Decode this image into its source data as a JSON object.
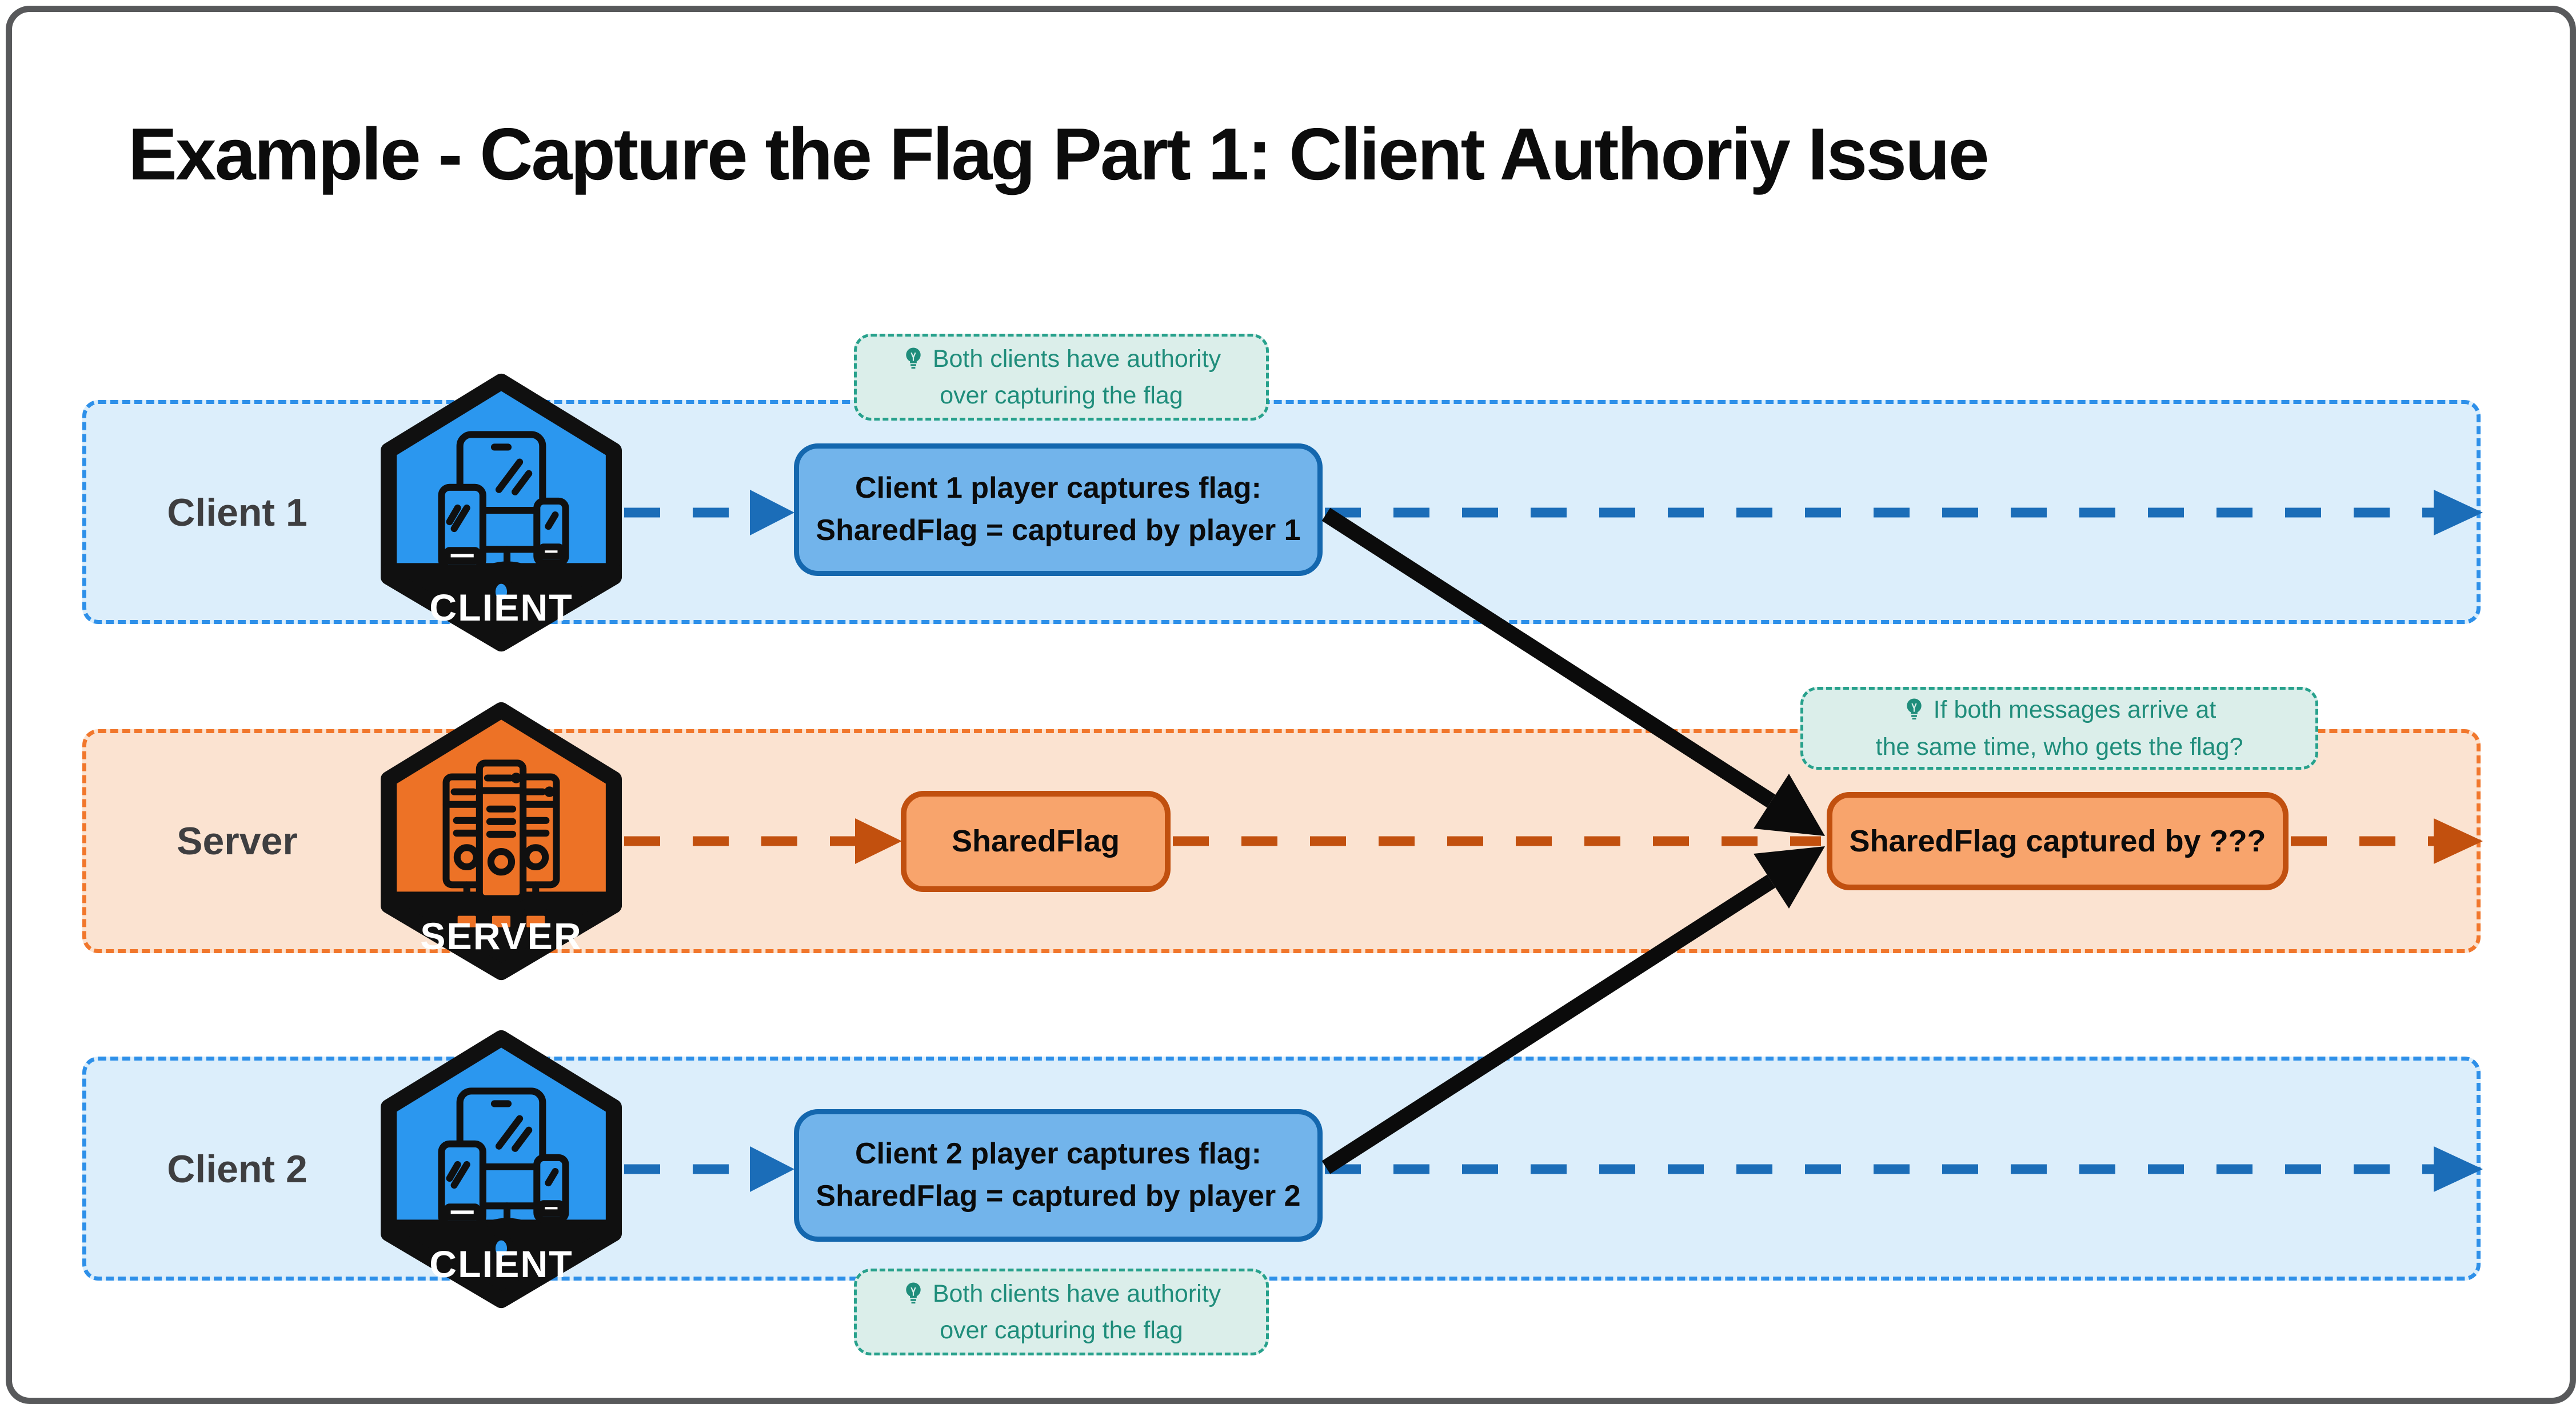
{
  "title": "Example - Capture the Flag Part 1: Client Authoriy Issue",
  "lanes": [
    {
      "label": "Client 1",
      "badge": "CLIENT"
    },
    {
      "label": "Server",
      "badge": "SERVER"
    },
    {
      "label": "Client 2",
      "badge": "CLIENT"
    }
  ],
  "boxes": {
    "client1_msg": {
      "line1": "Client 1 player captures flag:",
      "line2": "SharedFlag = captured by player 1"
    },
    "shared_flag": {
      "label": "SharedFlag"
    },
    "captured": {
      "label": "SharedFlag captured by ???"
    },
    "client2_msg": {
      "line1": "Client 2 player captures flag:",
      "line2": "SharedFlag = captured by player 2"
    }
  },
  "notes": {
    "top": {
      "line1": "Both clients have authority",
      "line2": "over capturing the flag"
    },
    "middle": {
      "line1": "If both messages arrive at",
      "line2": "the same time, who gets the flag?"
    },
    "bottom": {
      "line1": "Both clients have authority",
      "line2": "over capturing the flag"
    }
  },
  "icons": {
    "note_icon": "lightbulb-icon",
    "client_badge_icon": "client-devices-icon",
    "server_badge_icon": "server-rack-icon"
  },
  "colors": {
    "client_lane_bg": "#dceefb",
    "client_lane_border": "#2e90e9",
    "client_arrow": "#1b6db8",
    "client_box_bg": "#72b4eb",
    "client_box_border": "#1467ae",
    "server_lane_bg": "#fbe3d1",
    "server_lane_border": "#f1772c",
    "server_arrow": "#c2500e",
    "server_box_bg": "#f8a46c",
    "server_box_border": "#c1500f",
    "note_bg": "#dbeeea",
    "note_border": "#27a18c",
    "note_text": "#1f8d7b",
    "hex_client": "#2b97ef",
    "hex_server": "#ed7226",
    "connector": "#0b0b0b"
  }
}
